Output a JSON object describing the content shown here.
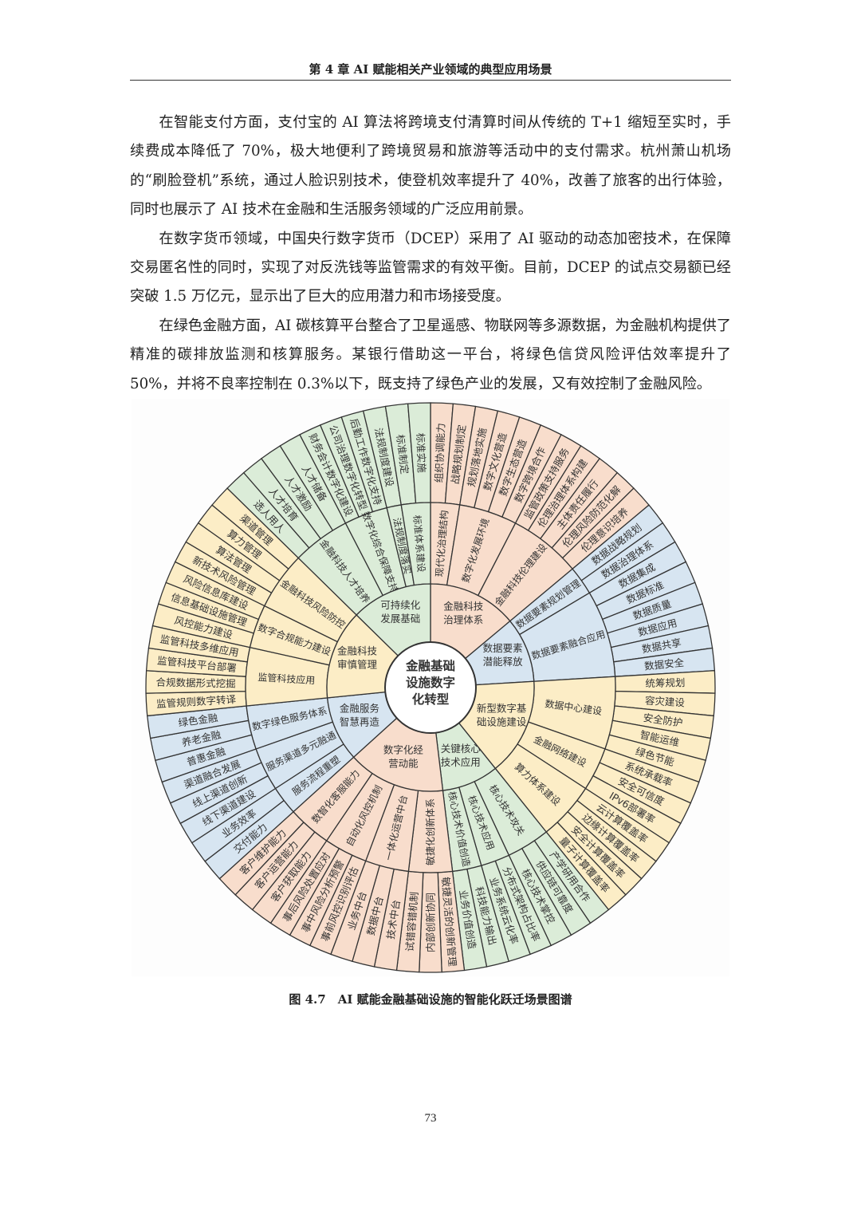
{
  "header": {
    "title": "第 4 章  AI 赋能相关产业领域的典型应用场景"
  },
  "paragraphs": [
    "在智能支付方面，支付宝的 AI 算法将跨境支付清算时间从传统的 T+1 缩短至实时，手续费成本降低了 70%，极大地便利了跨境贸易和旅游等活动中的支付需求。杭州萧山机场的“刷脸登机”系统，通过人脸识别技术，使登机效率提升了 40%，改善了旅客的出行体验，同时也展示了 AI 技术在金融和生活服务领域的广泛应用前景。",
    "在数字货币领域，中国央行数字货币（DCEP）采用了 AI 驱动的动态加密技术，在保障交易匿名性的同时，实现了对反洗钱等监管需求的有效平衡。目前，DCEP 的试点交易额已经突破 1.5 万亿元，显示出了巨大的应用潜力和市场接受度。",
    "在绿色金融方面，AI 碳核算平台整合了卫星遥感、物联网等多源数据，为金融机构提供了精准的碳排放监测和核算服务。某银行借助这一平台，将绿色信贷风险评估效率提升了 50%，并将不良率控制在 0.3%以下，既支持了绿色产业的发展，又有效控制了金融风险。"
  ],
  "colors": {
    "salmon": "#f8ddcc",
    "blue": "#d7e5f1",
    "yellow": "#fcedc6",
    "green": "#dbecd8",
    "line": "#333333"
  },
  "diagram": {
    "center": "金融基础设施数字化转型",
    "sectors": [
      {
        "label": "金融科技治理体系",
        "color": "salmon",
        "children": [
          {
            "label": "现代化治理结构",
            "leaves": [
              "组织协调能力",
              "战略规划制定"
            ]
          },
          {
            "label": "数字化发展环境",
            "leaves": [
              "规划落地实施",
              "数字文化营造",
              "数字生态营造",
              "数字跨境合作"
            ]
          },
          {
            "label": "金融科技伦理建设",
            "leaves": [
              "监管政策支持服务",
              "伦理治理体系构建",
              "主体责任履行",
              "伦理风险防范化解",
              "伦理意识培养"
            ]
          }
        ]
      },
      {
        "label": "数据要素潜能释放",
        "color": "blue",
        "children": [
          {
            "label": "数据要素规划管理",
            "leaves": [
              "数据战略规划",
              "数据治理体系"
            ]
          },
          {
            "label": "数据要素融合应用",
            "leaves": [
              "数据集成",
              "数据标准",
              "数据质量",
              "数据应用",
              "数据共享",
              "数据安全"
            ]
          }
        ]
      },
      {
        "label": "新型数字基础设施建设",
        "color": "yellow",
        "children": [
          {
            "label": "数据中心建设",
            "leaves": [
              "统筹规划",
              "容灾建设",
              "安全防护",
              "智能运维",
              "绿色节能"
            ]
          },
          {
            "label": "金融网络建设",
            "leaves": [
              "系统承载率",
              "安全可信度",
              "IPv6部署率"
            ]
          },
          {
            "label": "算力体系建设",
            "leaves": [
              "云计算覆盖率",
              "边缘计算覆盖率",
              "安全计算覆盖率",
              "量子计算覆盖率"
            ]
          }
        ]
      },
      {
        "label": "关键核心技术应用",
        "color": "green",
        "children": [
          {
            "label": "核心技术攻关",
            "leaves": [
              "产学研用合作",
              "供应链可靠度",
              "核心技术掌控"
            ]
          },
          {
            "label": "核心技术应用",
            "leaves": [
              "分布式架构占比率",
              "业务系统云化率"
            ]
          },
          {
            "label": "核心技术价值创造",
            "leaves": [
              "科技能力输出",
              "业务价值创造"
            ]
          }
        ]
      },
      {
        "label": "数字化经营动能",
        "color": "salmon",
        "children": [
          {
            "label": "敏捷化创新体系",
            "leaves": [
              "敏捷灵活的创新管理",
              "内部创新协同",
              "试错容错机制"
            ]
          },
          {
            "label": "一体化运营中台",
            "leaves": [
              "技术中台",
              "数据中台",
              "业务中台"
            ]
          },
          {
            "label": "自动化风控机制",
            "leaves": [
              "事前风控识别评估",
              "事中风险分析预警",
              "事后风险处置应对"
            ]
          },
          {
            "label": "数智化客服能力",
            "leaves": [
              "客户获取能力",
              "客户运营能力",
              "客户维护能力"
            ]
          }
        ]
      },
      {
        "label": "金融服务智慧再造",
        "color": "blue",
        "children": [
          {
            "label": "服务流程重塑",
            "leaves": [
              "交付能力",
              "业务效率"
            ]
          },
          {
            "label": "服务渠道多元融通",
            "leaves": [
              "线下渠道建设",
              "线上渠道创新",
              "渠道融合发展"
            ]
          },
          {
            "label": "数字绿色服务体系",
            "leaves": [
              "普惠金融",
              "养老金融",
              "绿色金融"
            ]
          }
        ]
      },
      {
        "label": "金融科技审慎管理",
        "color": "yellow",
        "children": [
          {
            "label": "监管科技应用",
            "leaves": [
              "监管规则数字转译",
              "合规数据形式挖掘",
              "监管科技平台部署",
              "监管科技多维应用"
            ]
          },
          {
            "label": "数字合规能力建设",
            "leaves": [
              "风控能力建设",
              "信息基础设施管理",
              "风险信息库建设"
            ]
          },
          {
            "label": "金融科技风险防控",
            "leaves": [
              "新技术风险管理",
              "算法管理",
              "算力管理",
              "渠道管理"
            ]
          }
        ]
      },
      {
        "label": "可持续化发展基础",
        "color": "green",
        "children": [
          {
            "label": "金融科技人才培养",
            "leaves": [
              "选人用人",
              "人才培育",
              "人才激励",
              "人才储备"
            ]
          },
          {
            "label": "数字化综合保障支持",
            "leaves": [
              "财务会计数字化建设",
              "公司治理数字化转型",
              "后勤工作数字化支持"
            ]
          },
          {
            "label": "法规制度落实",
            "leaves": [
              "法规制度建设"
            ]
          },
          {
            "label": "标准体系建设",
            "leaves": [
              "标准制定",
              "标准实施"
            ]
          }
        ]
      }
    ]
  },
  "caption": "图 4.7　AI 赋能金融基础设施的智能化跃迁场景图谱",
  "page_number": "73"
}
